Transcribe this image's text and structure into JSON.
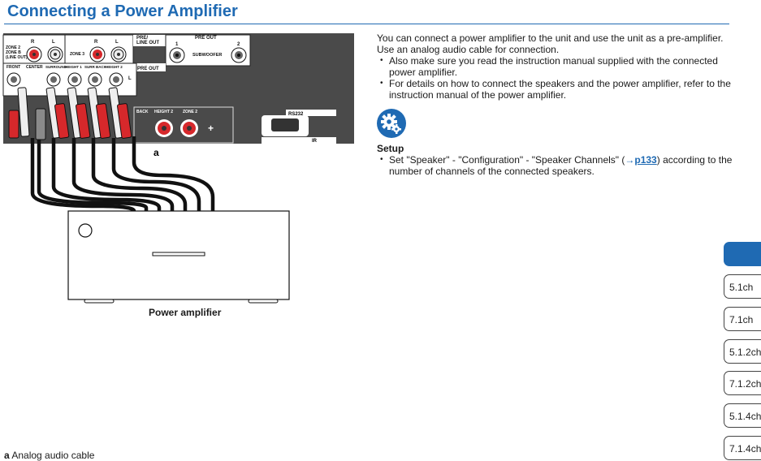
{
  "title": "Connecting a Power Amplifier",
  "intro": {
    "line1": "You can connect a power amplifier to the unit and use the unit as a pre-amplifier.",
    "line2": "Use an analog audio cable for connection."
  },
  "bullets": [
    "Also make sure you read the instruction manual supplied with the connected power amplifier.",
    "For details on how to connect the speakers and the power amplifier, refer to the instruction manual of the power amplifier."
  ],
  "setup": {
    "icon": "gear-icon",
    "heading": "Setup",
    "text_before": "Set \"Speaker\" - \"Configuration\" - \"Speaker Channels\" (",
    "arrow": "→",
    "page_link": "p133",
    "text_after": ") according to the number of channels of the connected speakers."
  },
  "diagram": {
    "panel_labels": {
      "zone2": "ZONE 2",
      "zoneb": "ZONE B",
      "lineout": "(LINE OUT)",
      "zone3": "ZONE 3",
      "r1": "R",
      "l1": "L",
      "r2": "R",
      "l2": "L",
      "preline": "PRE/",
      "lineout2": "LINE OUT",
      "preout_top": "PRE OUT",
      "sub1": "1",
      "sub2": "2",
      "subwoofer": "SUBWOOFER",
      "preout": "PRE OUT",
      "front": "FRONT",
      "center": "CENTER",
      "surround": "SURROUND",
      "height1": "HEIGHT 1",
      "surrback": "SURR BACK",
      "height2": "HEIGHT 2",
      "l_mark": "L",
      "back": "BACK",
      "height2b": "HEIGHT 2",
      "zone2b": "ZONE 2",
      "plus": "+",
      "rs232": "RS232",
      "ir": "IR"
    },
    "callout": "a",
    "amp_caption": "Power amplifier"
  },
  "footnote": {
    "letter": "a",
    "text": "Analog audio cable"
  },
  "side_tabs": [
    "5.1ch",
    "7.1ch",
    "5.1.2ch",
    "7.1.2ch",
    "5.1.4ch",
    "7.1.4ch"
  ],
  "colors": {
    "brand": "#1f6ab3",
    "panel": "#4a4a4a",
    "plug_red": "#d6282b",
    "plug_white": "#eeeeee",
    "plug_gray": "#8a8a8a"
  }
}
